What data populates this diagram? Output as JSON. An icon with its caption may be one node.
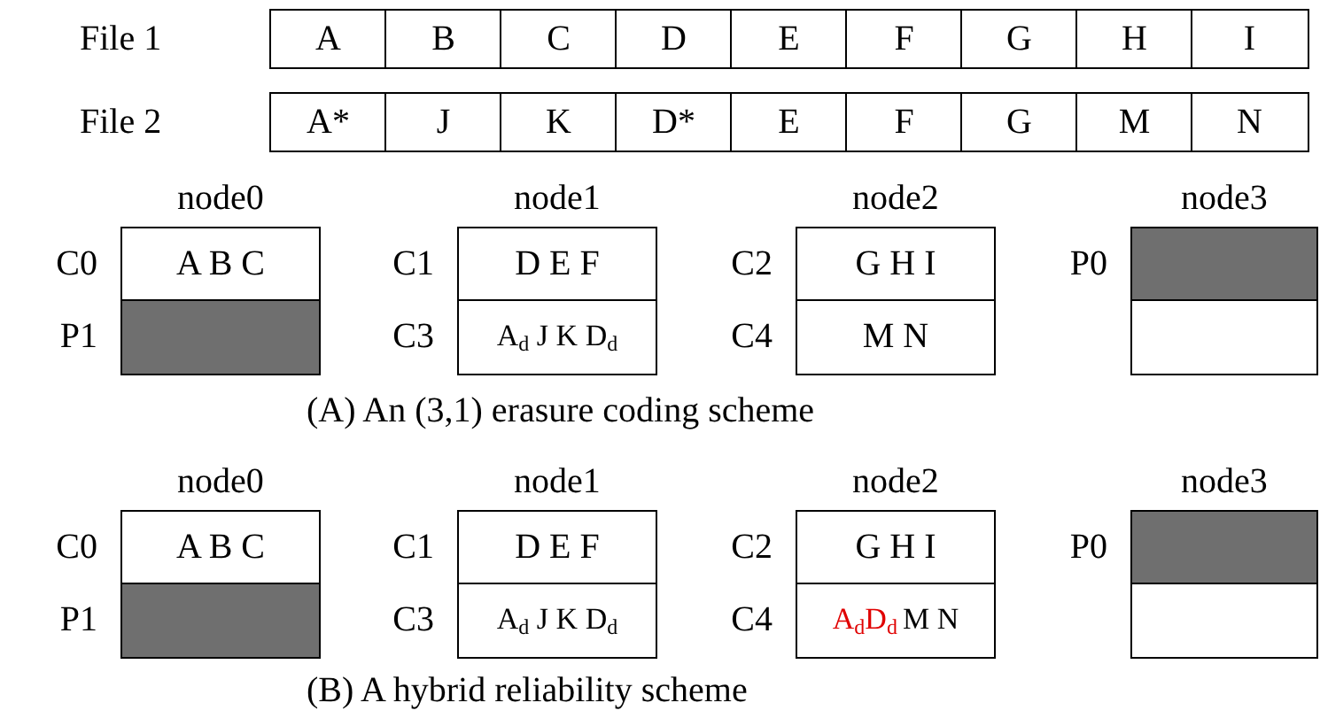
{
  "diagram": {
    "nodes": [
      {
        "text": [
          "node0"
        ]
      },
      {
        "text": [
          "A B C"
        ],
        "in": 0,
        "beside": [
          "C0"
        ]
      },
      {
        "text": [],
        "shape": "box",
        "in": 0,
        "beside": [
          "P1"
        ]
      },
      {
        "text": [
          "node1"
        ]
      },
      {
        "text": [
          "D E F"
        ],
        "in": 3,
        "beside": [
          "C1"
        ]
      },
      {
        "text": [
          "A$_{d}$ J K D$_{d}$"
        ],
        "in": 3,
        "beside": [
          "C3"
        ]
      },
      {
        "text": [
          "node2"
        ]
      },
      {
        "text": [
          "G H I"
        ],
        "in": 6,
        "beside": [
          "C2"
        ]
      },
      {
        "text": [
          "M N"
        ],
        "in": 6,
        "beside": [
          "C4"
        ]
      },
      {
        "text": [
          "node3"
        ]
      },
      {
        "text": [],
        "shape": "box",
        "in": 9,
        "beside": [
          "P0"
        ]
      },
      {
        "text": [],
        "shape": "box",
        "in": 9
      },
      {
        "text": [
          "node0"
        ]
      },
      {
        "text": [
          "A B C"
        ],
        "in": 12,
        "beside": [
          "C0"
        ]
      },
      {
        "text": [],
        "shape": "box",
        "in": 12,
        "beside": [
          "P1"
        ]
      },
      {
        "text": [
          "node1"
        ]
      },
      {
        "text": [
          "D E F"
        ],
        "in": 15,
        "beside": [
          "C1"
        ]
      },
      {
        "text": [
          "A$_{d}$ J K D$_{d}$"
        ],
        "in": 15,
        "beside": [
          "C3"
        ]
      },
      {
        "text": [
          "node2"
        ]
      },
      {
        "text": [
          "G H I"
        ],
        "in": 18,
        "beside": [
          "C2"
        ]
      },
      {
        "text": [
          "A$_{d}$D$_{d}$",
          "M N"
        ],
        "in": 18,
        "beside": [
          "C4"
        ]
      },
      {
        "text": [
          "node3"
        ]
      },
      {
        "text": [],
        "shape": "box",
        "in": 21,
        "beside": [
          "P0"
        ]
      },
      {
        "text": [],
        "shape": "box",
        "in": 21
      }
    ],
    "labels": [
      "File 1",
      "A",
      "B",
      "C",
      "D",
      "E",
      "F",
      "G",
      "H",
      "I",
      "File 2",
      "A*",
      "J",
      "K",
      "D*",
      "E",
      "F",
      "G",
      "M",
      "N",
      "(A) An (3,1) erasure coding scheme",
      "(B) A hybrid reliability scheme"
    ]
  }
}
